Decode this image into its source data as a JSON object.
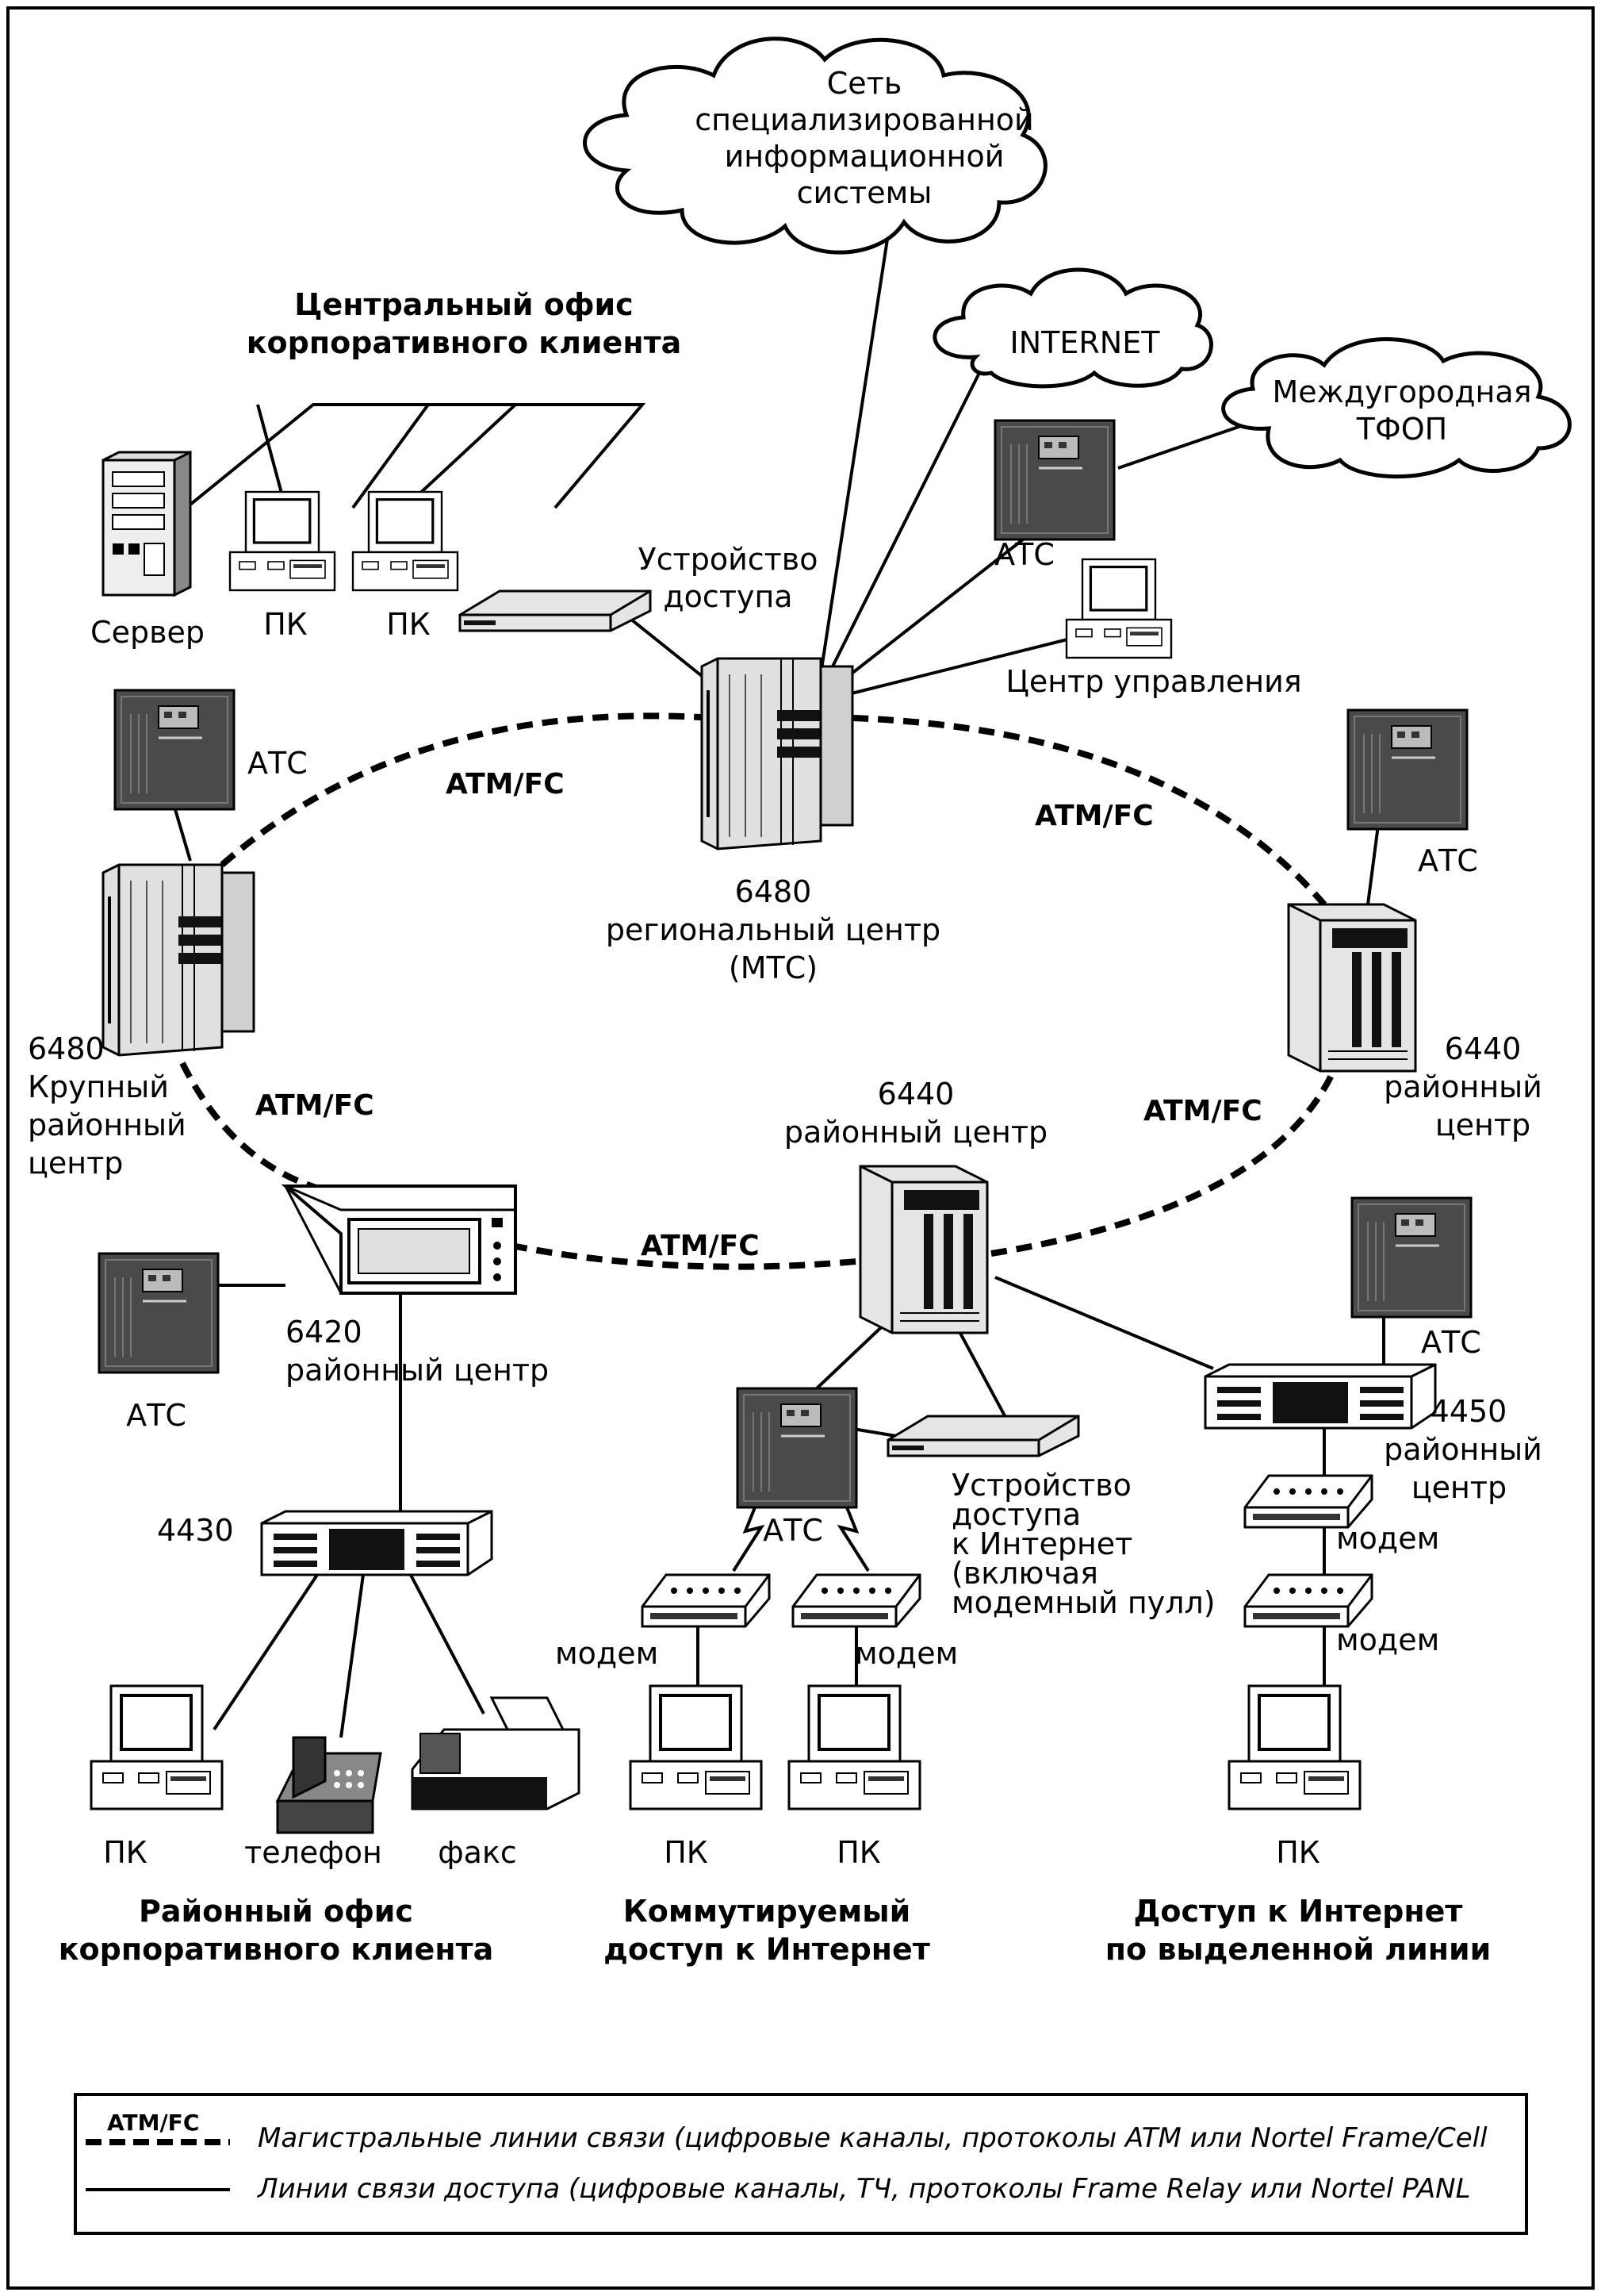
{
  "clouds": {
    "network": [
      "Сеть",
      "специализированной",
      "информационной",
      "системы"
    ],
    "internet": "INTERNET",
    "pstn": [
      "Междугородная",
      "ТФОП"
    ]
  },
  "central_office": {
    "title": [
      "Центральный офис",
      "корпоративного клиента"
    ],
    "server": "Сервер",
    "pc1": "ПК",
    "pc2": "ПК",
    "access_device": [
      "Устройство",
      "доступа"
    ]
  },
  "regional_center": {
    "atc": "АТС",
    "control_center": "Центр управления",
    "label": [
      "6480",
      "региональный центр",
      "(МТС)"
    ]
  },
  "large_district": {
    "atc": "АТС",
    "label": [
      "6480",
      "Крупный",
      "районный",
      "центр"
    ]
  },
  "district_6440_right": {
    "atc": "АТС",
    "label": [
      "6440",
      "районный",
      "центр"
    ]
  },
  "district_6440_center": {
    "label": [
      "6440",
      "районный центр"
    ]
  },
  "district_6420": {
    "atc": "АТС",
    "label": [
      "6420",
      "районный центр"
    ]
  },
  "atm_labels": [
    "ATM/FC",
    "ATM/FC",
    "ATM/FC",
    "ATM/FC",
    "ATM/FC"
  ],
  "district_office": {
    "device": "4430",
    "pc": "ПК",
    "phone": "телефон",
    "fax": "факс",
    "title": [
      "Районный офис",
      "корпоративного клиента"
    ]
  },
  "dialup": {
    "atc": "АТС",
    "access_device": [
      "Устройство",
      "доступа",
      "к Интернет",
      "(включая",
      "модемный пулл)"
    ],
    "modem1": "модем",
    "modem2": "модем",
    "pc1": "ПК",
    "pc2": "ПК",
    "title": [
      "Коммутируемый",
      "доступ к Интернет"
    ]
  },
  "leased": {
    "atc": "АТС",
    "label": [
      "4450",
      "районный",
      "центр"
    ],
    "modem1": "модем",
    "modem2": "модем",
    "pc": "ПК",
    "title": [
      "Доступ к Интернет",
      "по выделенной линии"
    ]
  },
  "legend": {
    "atm_label": "ATM/FC",
    "trunk": "Магистральные линии связи (цифровые каналы, протоколы ATM или Nortel Frame/Cell",
    "access": "Линии связи доступа (цифровые каналы, ТЧ, протоколы Frame Relay или Nortel PANL"
  }
}
